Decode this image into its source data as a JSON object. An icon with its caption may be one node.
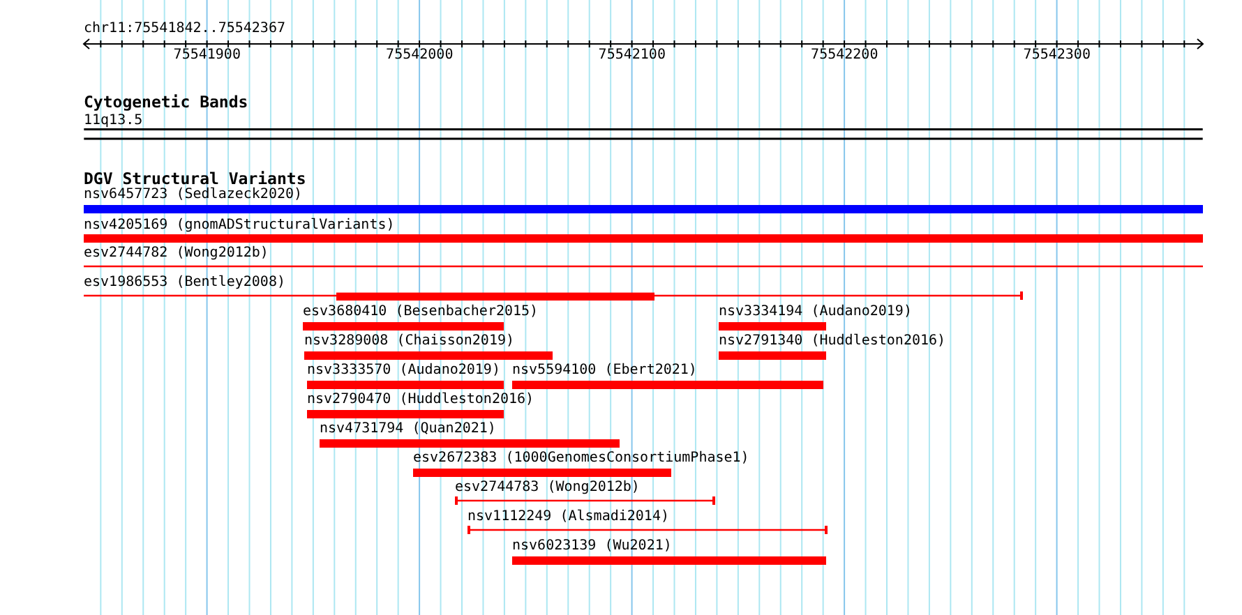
{
  "diagram": {
    "nodes": [
      {
        "text": [
          "11q13.5"
        ]
      },
      {
        "text": [
          "nsv6457723 (Sedlazeck2020)"
        ]
      },
      {
        "text": [
          "nsv4205169 (gnomADStructuralVariants)"
        ]
      },
      {
        "text": [
          "esv2744782 (Wong2012b)"
        ]
      },
      {
        "text": [
          "esv1986553 (Bentley2008)"
        ]
      },
      {
        "text": [
          "esv3680410 (Besenbacher2015)"
        ]
      },
      {
        "text": [
          "nsv3334194 (Audano2019)"
        ]
      },
      {
        "text": [
          "nsv3289008 (Chaisson2019)"
        ]
      },
      {
        "text": [
          "nsv2791340 (Huddleston2016)"
        ]
      },
      {
        "text": [
          "nsv3333570 (Audano2019)"
        ]
      },
      {
        "text": [
          "nsv5594100 (Ebert2021)"
        ]
      },
      {
        "text": [
          "nsv2790470 (Huddleston2016)"
        ]
      },
      {
        "text": [
          "nsv4731794 (Quan2021)"
        ]
      },
      {
        "text": [
          "esv2672383 (1000GenomesConsortiumPhase1)"
        ]
      },
      {
        "text": [
          "esv2744783 (Wong2012b)"
        ]
      },
      {
        "text": [
          "nsv1112249 (Alsmadi2014)"
        ]
      },
      {
        "text": [
          "nsv6023139 (Wu2021)"
        ]
      }
    ],
    "labels": [
      "chr11:75541842..75542367",
      "75541900",
      "75542000",
      "75542100",
      "75542200",
      "75542300",
      "Cytogenetic Bands",
      "DGV Structural Variants"
    ]
  }
}
